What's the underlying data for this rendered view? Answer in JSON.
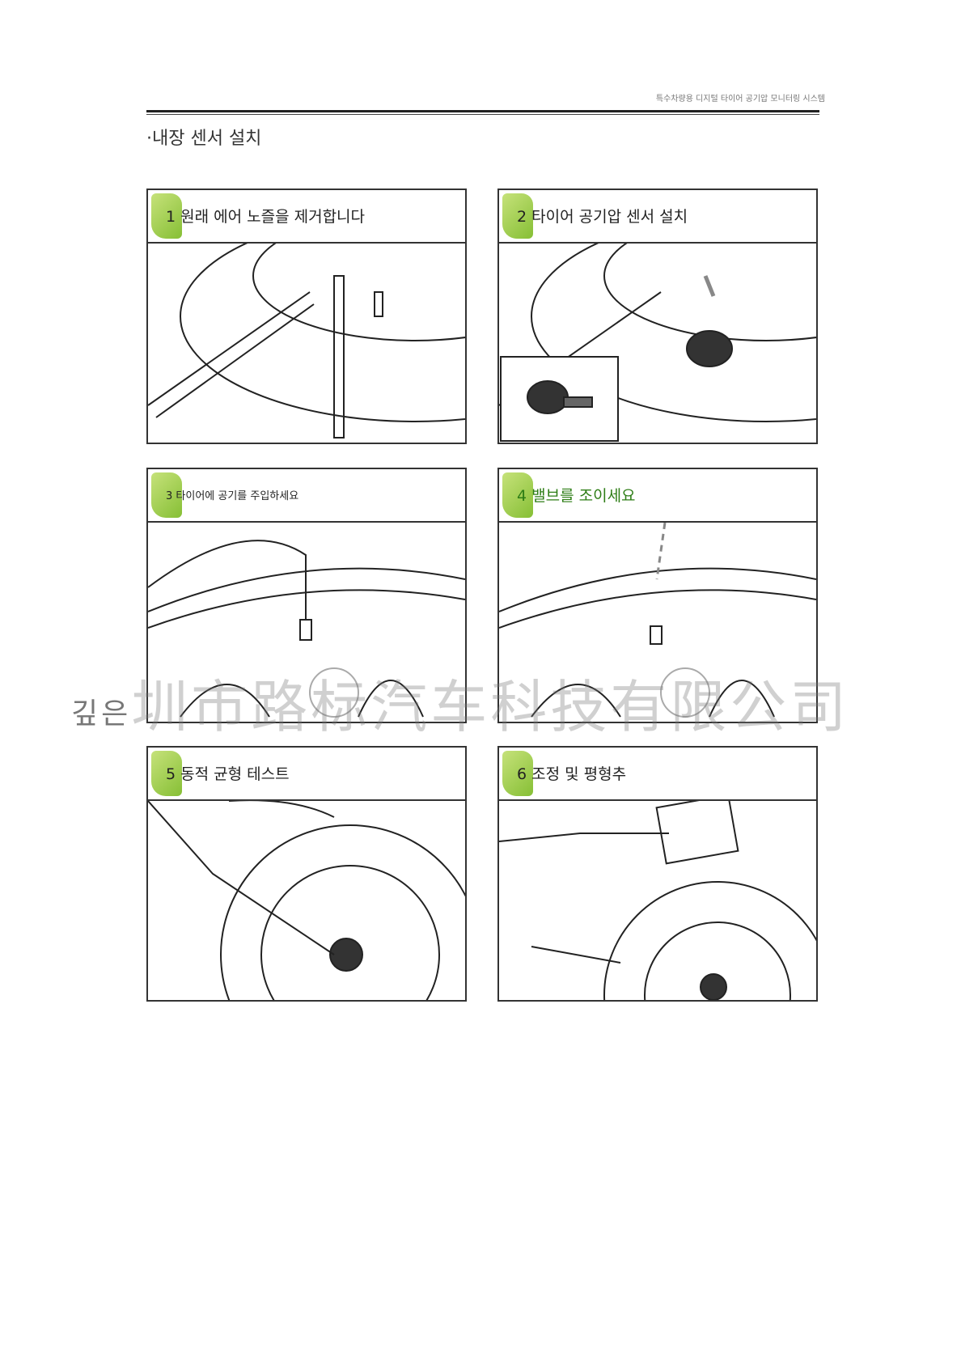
{
  "header": {
    "doc_title": "특수차량용 디지털 타이어 공기압 모니터링 시스템"
  },
  "section": {
    "title": "·내장 센서 설치"
  },
  "steps": [
    {
      "label": "1 원래 에어 노즐을 제거합니다"
    },
    {
      "label": "2 타이어 공기압 센서 설치"
    },
    {
      "label": "3 타이어에 공기를 주입하세요"
    },
    {
      "label": "4 밸브를 조이세요"
    },
    {
      "label": "5 동적 균형 테스트"
    },
    {
      "label": "6 조정 및 평형추"
    }
  ],
  "watermark": {
    "korean": "깊은",
    "company": "圳市路标汽车科技有限公司"
  }
}
